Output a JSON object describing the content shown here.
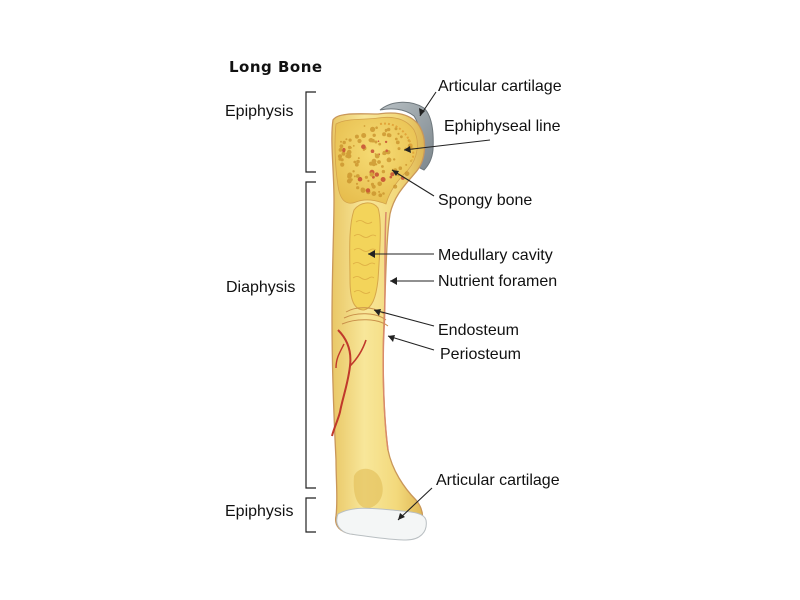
{
  "title": "Long Bone",
  "regions": {
    "epiphysis_top": "Epiphysis",
    "diaphysis": "Diaphysis",
    "epiphysis_bottom": "Epiphysis"
  },
  "callouts": {
    "articular_cartilage_top": "Articular cartilage",
    "epiphyseal_line": "Ephiphyseal line",
    "spongy_bone": "Spongy bone",
    "medullary_cavity": "Medullary cavity",
    "nutrient_foramen": "Nutrient foramen",
    "endosteum": "Endosteum",
    "periosteum": "Periosteum",
    "articular_cartilage_bottom": "Articular cartilage"
  },
  "colors": {
    "bone": "#f5e08a",
    "bone_shade": "#e4c25e",
    "spongy": "#f2d060",
    "spongy_dots": "#c8902a",
    "cartilage": "#9aa3a8",
    "bottom_cartilage": "#f4f6f6",
    "vessel": "#c0392b",
    "outline": "#c9975a"
  }
}
